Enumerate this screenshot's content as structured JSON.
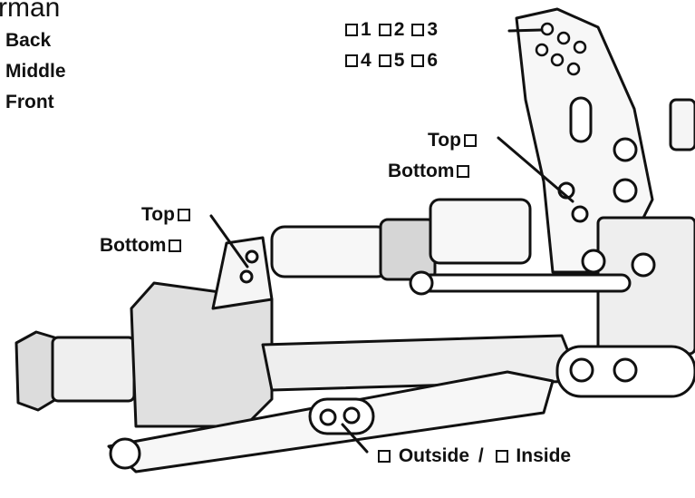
{
  "heading": "rman",
  "positions": [
    "Back",
    "Middle",
    "Front"
  ],
  "top_holes": [
    "1",
    "2",
    "3",
    "4",
    "5",
    "6"
  ],
  "upper_link": {
    "top": "Top",
    "bottom": "Bottom"
  },
  "left_link": {
    "top": "Top",
    "bottom": "Bottom"
  },
  "lower_link": {
    "outside": "Outside",
    "separator": "/",
    "inside": "Inside"
  },
  "colors": {
    "ink": "#111111",
    "paper": "#ffffff",
    "shade": "#d8d8d8"
  }
}
